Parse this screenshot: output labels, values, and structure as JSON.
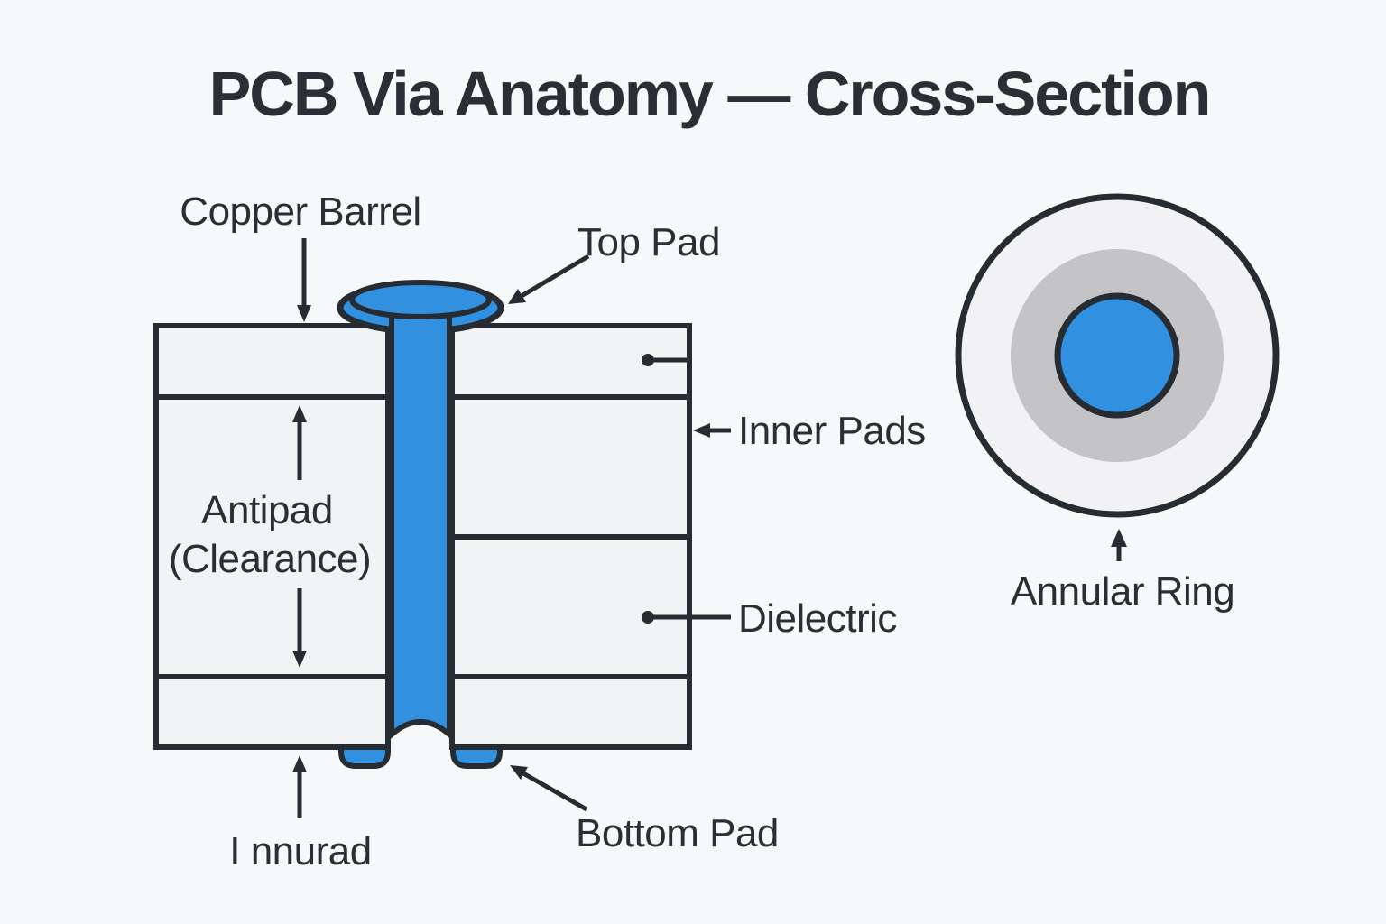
{
  "page": {
    "title": "PCB Via Anatomy — Cross-Section"
  },
  "cross_section": {
    "labels": {
      "copper_barrel": "Copper Barrel",
      "top_pad": "Top Pad",
      "antipad_line1": "Antipad",
      "antipad_line2": "(Clearance)",
      "inner_pads": "Inner Pads",
      "dielectric": "Dielectric",
      "bottom_pad": "Bottom Pad",
      "bottom_left": "I nnurad"
    }
  },
  "annular_view": {
    "label": "Annular Ring"
  },
  "colors": {
    "background": "#f7f8fa",
    "board_fill": "#f2f3f5",
    "outline": "#272b32",
    "copper_blue": "#3190e0",
    "pad_gray": "#c4c4c7",
    "ring_fill": "#f2f2f4",
    "text": "#2b2e34"
  }
}
